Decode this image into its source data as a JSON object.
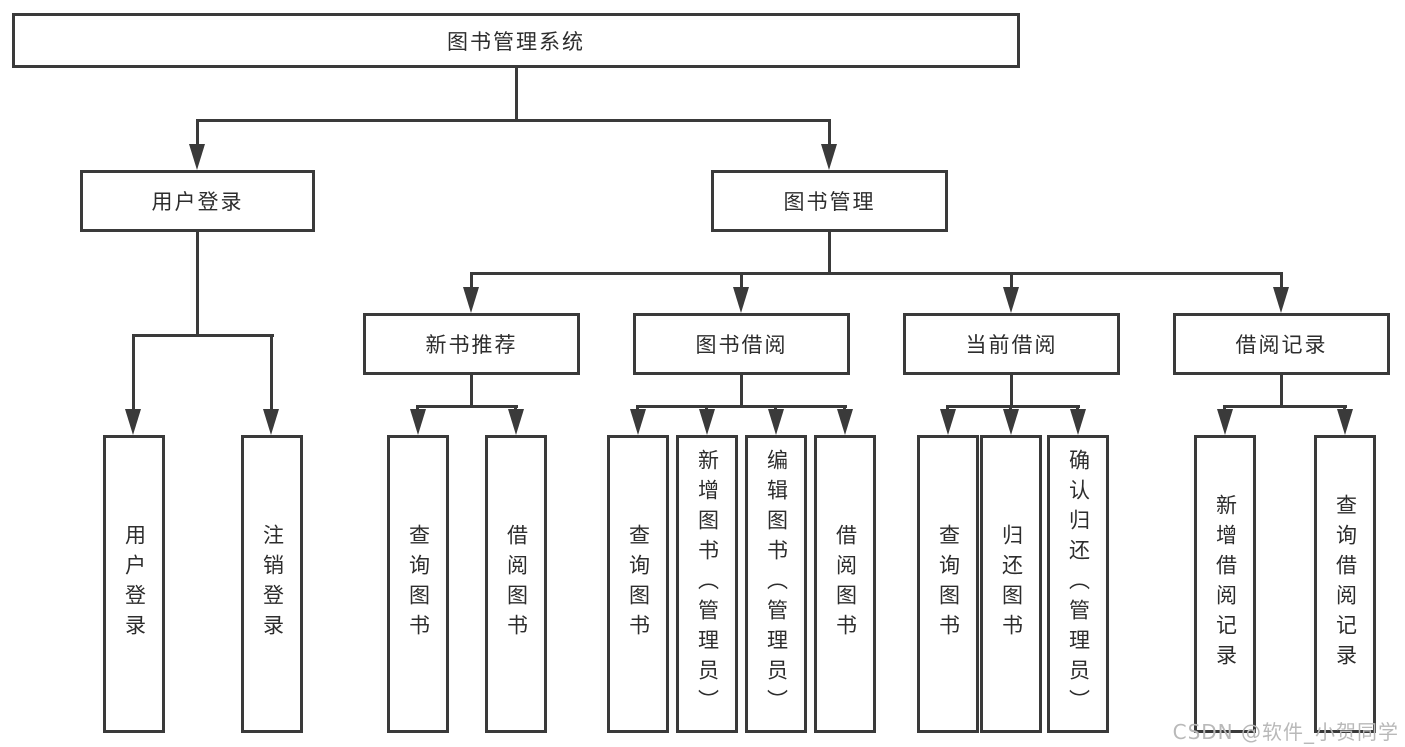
{
  "tree": {
    "root": "图书管理系统",
    "user_login": {
      "label": "用户登录",
      "children": [
        "用户登录",
        "注销登录"
      ]
    },
    "book_mgmt": {
      "label": "图书管理",
      "sections": [
        {
          "label": "新书推荐",
          "children": [
            "查询图书",
            "借阅图书"
          ]
        },
        {
          "label": "图书借阅",
          "children": [
            "查询图书",
            "新增图书（管理员）",
            "编辑图书（管理员）",
            "借阅图书"
          ]
        },
        {
          "label": "当前借阅",
          "children": [
            "查询图书",
            "归还图书",
            "确认归还（管理员）"
          ]
        },
        {
          "label": "借阅记录",
          "children": [
            "新增借阅记录",
            "查询借阅记录"
          ]
        }
      ]
    }
  },
  "watermark": "CSDN @软件_小贺同学",
  "colors": {
    "line": "#3a3a3a",
    "text": "#2d2d2d",
    "background": "#ffffff",
    "watermark": "#b9b9b9"
  }
}
